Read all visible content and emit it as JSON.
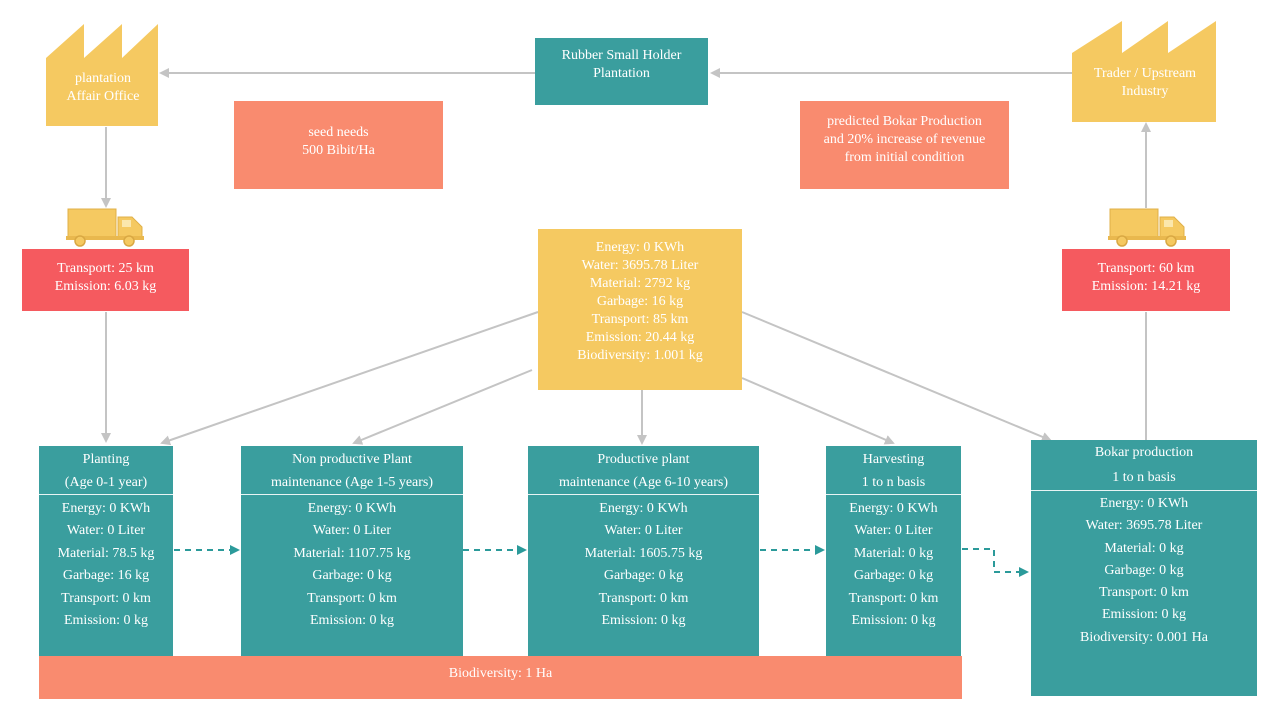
{
  "top": {
    "center_box": [
      "Rubber Small Holder",
      "Plantation"
    ],
    "left_factory": [
      "plantation",
      "Affair Office"
    ],
    "right_factory": [
      "Trader / Upstream",
      "Industry"
    ]
  },
  "notes": {
    "seed": [
      "seed needs",
      "500 Bibit/Ha"
    ],
    "prediction": [
      "predicted Bokar Production",
      "and 20% increase of revenue",
      "from initial condition"
    ]
  },
  "transport_left": [
    "Transport: 25  km",
    "Emission: 6.03 kg"
  ],
  "transport_right": [
    "Transport: 60  km",
    "Emission: 14.21 kg"
  ],
  "totals": [
    "Energy: 0 KWh",
    "Water: 3695.78 Liter",
    "Material: 2792 kg",
    "Garbage: 16 kg",
    "Transport: 85 km",
    "Emission: 20.44 kg",
    "Biodiversity: 1.001 kg"
  ],
  "stages": [
    {
      "title": [
        "Planting",
        "(Age 0-1 year)"
      ],
      "metrics": [
        "Energy: 0 KWh",
        "Water: 0 Liter",
        "Material: 78.5 kg",
        "Garbage: 16 kg",
        "Transport: 0 km",
        "Emission: 0 kg"
      ]
    },
    {
      "title": [
        "Non productive Plant",
        "maintenance (Age 1-5 years)"
      ],
      "metrics": [
        "Energy: 0 KWh",
        "Water: 0 Liter",
        "Material: 1107.75 kg",
        "Garbage: 0 kg",
        "Transport: 0 km",
        "Emission: 0 kg"
      ]
    },
    {
      "title": [
        "Productive plant",
        "maintenance (Age 6-10 years)"
      ],
      "metrics": [
        "Energy: 0 KWh",
        "Water: 0 Liter",
        "Material: 1605.75 kg",
        "Garbage: 0 kg",
        "Transport: 0 km",
        "Emission: 0 kg"
      ]
    },
    {
      "title": [
        "Harvesting",
        "1 to n basis"
      ],
      "metrics": [
        "Energy: 0 KWh",
        "Water: 0 Liter",
        "Material: 0 kg",
        "Garbage: 0 kg",
        "Transport: 0 km",
        "Emission: 0 kg"
      ]
    },
    {
      "title": [
        "Bokar production",
        "1 to n basis"
      ],
      "metrics": [
        "Energy: 0 KWh",
        "Water: 3695.78 Liter",
        "Material: 0 kg",
        "Garbage: 0 kg",
        "Transport: 0 km",
        "Emission: 0 kg",
        "Biodiversity: 0.001 Ha"
      ]
    }
  ],
  "biodiversity_bar": "Biodiversity: 1 Ha",
  "colors": {
    "teal": "#3a9e9e",
    "salmon": "#f98b6f",
    "red": "#f55a5f",
    "yellow": "#f5c961",
    "arrow_gray": "#c4c4c4"
  },
  "icons": [
    "factory-icon",
    "truck-icon"
  ]
}
